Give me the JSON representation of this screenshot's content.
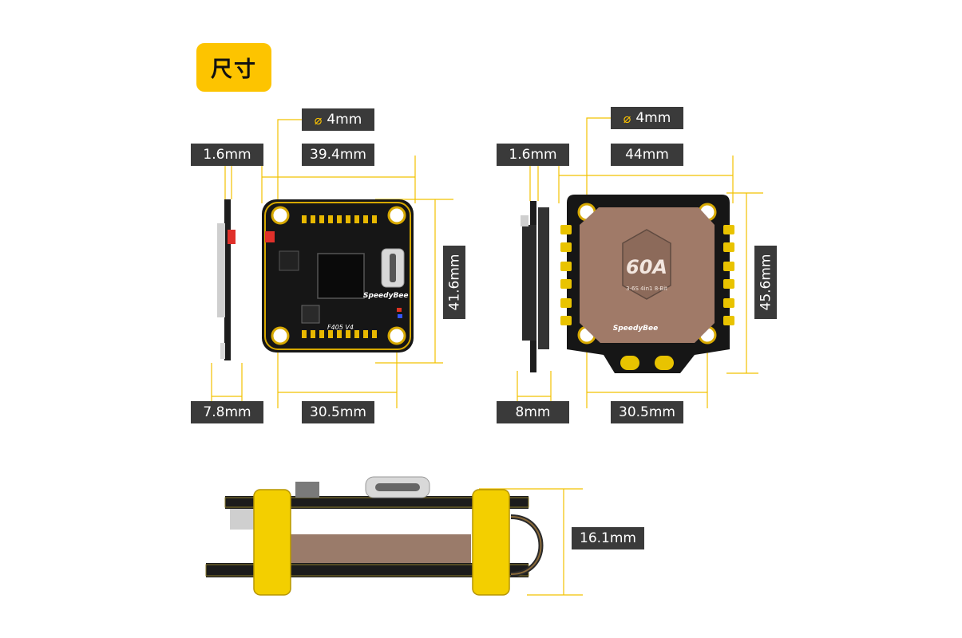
{
  "section_title": "尺寸",
  "fc": {
    "hole": "4mm",
    "thickness": "1.6mm",
    "width": "39.4mm",
    "height": "41.6mm",
    "side_depth": "7.8mm",
    "hole_spacing": "30.5mm",
    "brand": "SpeedyBee",
    "model": "F405 V4"
  },
  "esc": {
    "hole": "4mm",
    "thickness": "1.6mm",
    "width": "44mm",
    "height": "45.6mm",
    "side_depth": "8mm",
    "hole_spacing": "30.5mm",
    "rating": "60A",
    "spec": "3-6S 4in1 8-Bit",
    "brand": "SpeedyBee"
  },
  "stack": {
    "height": "16.1mm"
  },
  "colors": {
    "accent": "#fdc400",
    "label_bg": "#3a3a3a",
    "dimension_line": "#f2c200"
  }
}
